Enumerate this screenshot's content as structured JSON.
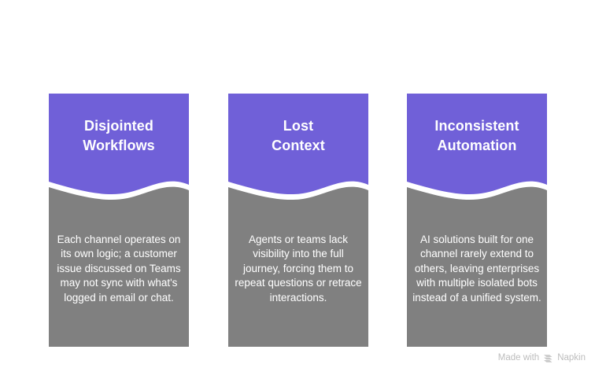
{
  "theme": {
    "background": "#ffffff",
    "header_color": "#7060d8",
    "body_color": "#808080",
    "text_color": "#ffffff",
    "watermark_color": "#bdbdbd"
  },
  "cards": [
    {
      "title": "Disjointed\nWorkflows",
      "body": "Each channel operates on its own logic; a customer issue discussed on Teams may not sync with what's logged in email or chat."
    },
    {
      "title": "Lost\nContext",
      "body": "Agents or teams lack visibility into the full journey, forcing them to repeat questions or retrace interactions."
    },
    {
      "title": "Inconsistent\nAutomation",
      "body": "AI solutions built for one channel rarely extend to others, leaving enterprises with multiple isolated bots instead of a unified system."
    }
  ],
  "watermark": {
    "prefix": "Made with",
    "brand": "Napkin",
    "logo_icon": "napkin-chevrons-icon"
  }
}
